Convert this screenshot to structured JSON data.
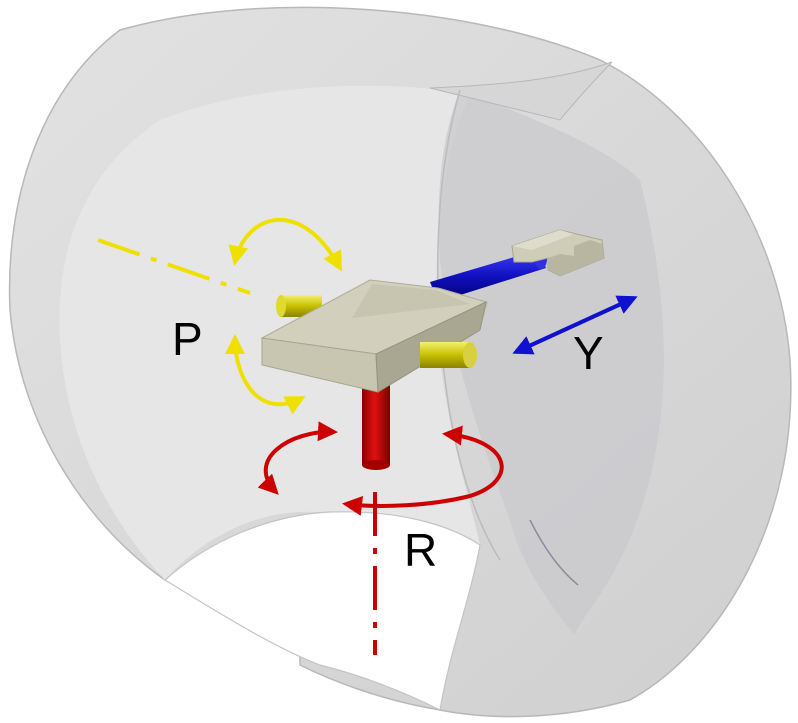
{
  "labels": {
    "pitch": "P",
    "yaw": "Y",
    "roll": "R"
  },
  "colors": {
    "pitch_axis": "#f0e000",
    "yaw_axis": "#1010d0",
    "roll_axis": "#cc0000",
    "shell": "#d8d8d8",
    "platform": "#cfcdb8"
  }
}
